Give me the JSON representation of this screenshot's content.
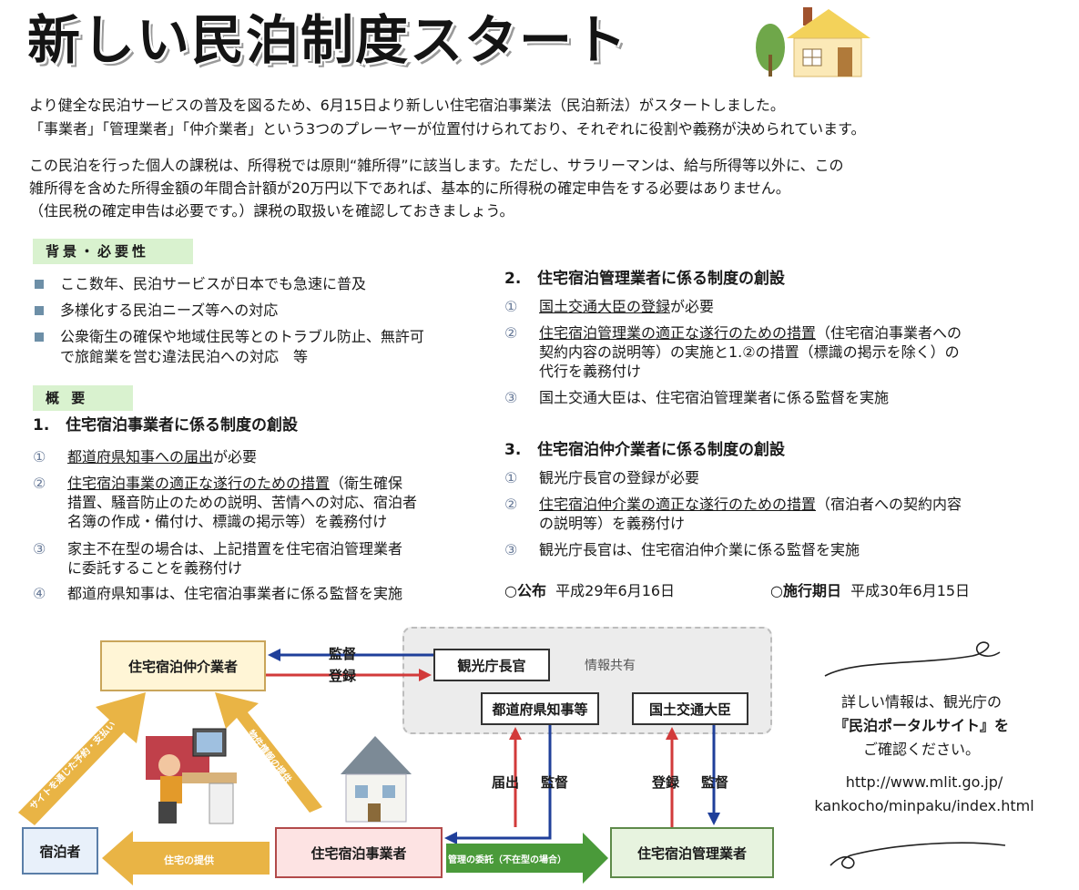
{
  "title": "新しい民泊制度スタート",
  "intro": {
    "lines": [
      "より健全な民泊サービスの普及を図るため、6月15日より新しい住宅宿泊事業法（民泊新法）がスタートしました。",
      "「事業者」「管理業者」「仲介業者」という3つのプレーヤーが位置付けられており、それぞれに役割や義務が決められています。",
      "この民泊を行った個人の課税は、所得税では原則“雑所得”に該当します。ただし、サラリーマンは、給与所得等以外に、この",
      "雑所得を含めた所得金額の年間合計額が20万円以下であれば、基本的に所得税の確定申告をする必要はありません。",
      "（住民税の確定申告は必要です。）課税の取扱いを確認しておきましょう。"
    ]
  },
  "background": {
    "tag": "背景・必要性",
    "bullets": [
      "ここ数年、民泊サービスが日本でも急速に普及",
      "多様化する民泊ニーズ等への対応",
      "公衆衛生の確保や地域住民等とのトラブル防止、無許可で旅館業を営む違法民泊への対応　等"
    ],
    "bullet3_line1": "公衆衛生の確保や地域住民等とのトラブル防止、無許可",
    "bullet3_line2": "で旅館業を営む違法民泊への対応　等"
  },
  "overview_tag": "概 要",
  "sec1": {
    "num": "1.",
    "heading": "住宅宿泊事業者に係る制度の創設",
    "i1_circ": "①",
    "i1_u": "都道府県知事への届出",
    "i1_rest": "が必要",
    "i2_circ": "②",
    "i2_u": "住宅宿泊事業の適正な遂行のための措置",
    "i2_l1": "（衛生確保",
    "i2_l2": "措置、騒音防止のための説明、苦情への対応、宿泊者",
    "i2_l3": "名簿の作成・備付け、標識の掲示等）を義務付け",
    "i3_circ": "③",
    "i3_l1": "家主不在型の場合は、上記措置を住宅宿泊管理業者",
    "i3_l2": "に委託することを義務付け",
    "i4_circ": "④",
    "i4": "都道府県知事は、住宅宿泊事業者に係る監督を実施"
  },
  "sec2": {
    "num": "2.",
    "heading": "住宅宿泊管理業者に係る制度の創設",
    "i1_circ": "①",
    "i1_u": "国土交通大臣の登録",
    "i1_rest": "が必要",
    "i2_circ": "②",
    "i2_u": "住宅宿泊管理業の適正な遂行のための措置",
    "i2_l1": "（住宅宿泊事業者への",
    "i2_l2": "契約内容の説明等）の実施と1.②の措置（標識の掲示を除く）の",
    "i2_l3": "代行を義務付け",
    "i3_circ": "③",
    "i3": "国土交通大臣は、住宅宿泊管理業者に係る監督を実施"
  },
  "sec3": {
    "num": "3.",
    "heading": "住宅宿泊仲介業者に係る制度の創設",
    "i1_circ": "①",
    "i1": "観光庁長官の登録が必要",
    "i2_circ": "②",
    "i2_u": "住宅宿泊仲介業の適正な遂行のための措置",
    "i2_l1": "（宿泊者への契約内容",
    "i2_l2": "の説明等）を義務付け",
    "i3_circ": "③",
    "i3": "観光庁長官は、住宅宿泊仲介業に係る監督を実施"
  },
  "dates": {
    "pub_mark": "○",
    "pub_label": "公布",
    "pub_date": "平成29年6月16日",
    "eff_mark": "○",
    "eff_label": "施行期日",
    "eff_date": "平成30年6月15日"
  },
  "diagram": {
    "broker": "住宅宿泊仲介業者",
    "kanko": "観光庁長官",
    "share": "情報共有",
    "pref": "都道府県知事等",
    "mlit": "国土交通大臣",
    "guest": "宿泊者",
    "operator": "住宅宿泊事業者",
    "manager": "住宅宿泊管理業者",
    "kantoku1": "監督",
    "touroku1": "登録",
    "todokede": "届出",
    "kantoku2": "監督",
    "touroku2": "登録",
    "kantoku3": "監督",
    "arrow_site": "サイトを通じた予約・支払い",
    "arrow_property": "物件情報の提供",
    "arrow_housing": "住宅の提供",
    "arrow_consign": "管理の委託（不在型の場合）"
  },
  "info": {
    "l1": "詳しい情報は、観光庁の",
    "l2": "『民泊ポータルサイト』を",
    "l3": "ご確認ください。",
    "url1": "http://www.mlit.go.jp/",
    "url2": "kankocho/minpaku/index.html"
  },
  "colors": {
    "tag_bg": "#d9f2cf",
    "bullet": "#6d8fa7",
    "arrow_blue": "#1f3f9a",
    "arrow_red": "#d23a3a",
    "yellow_arrow": "#e9b445",
    "green_arrow": "#4a9a3a"
  }
}
